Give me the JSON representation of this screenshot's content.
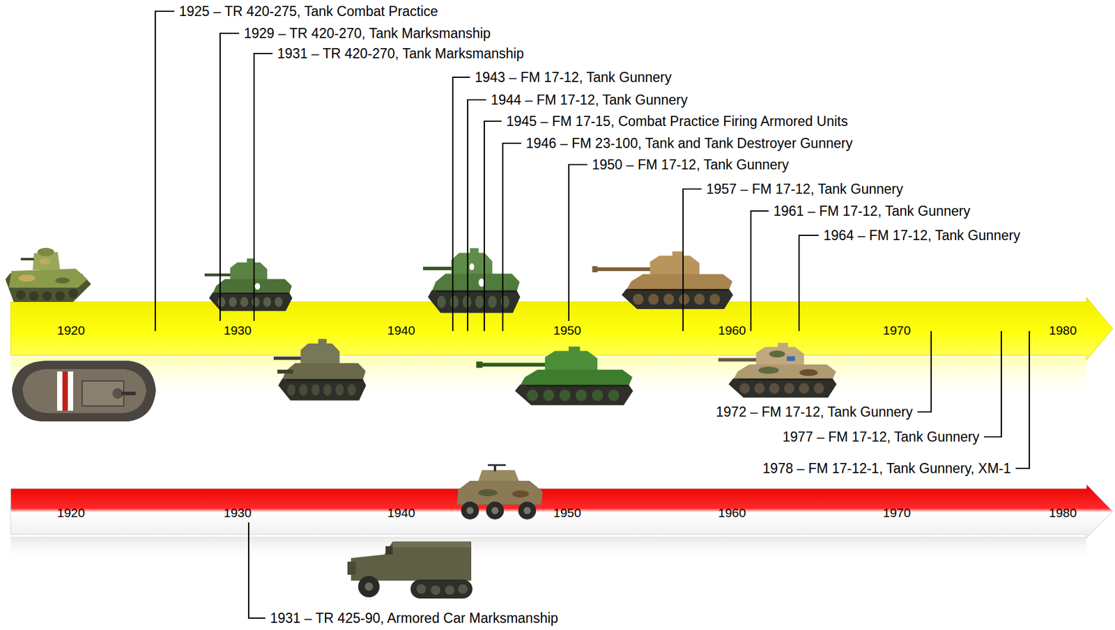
{
  "diagram": {
    "labels": [
      "1925 – TR 420-275, Tank Combat Practice",
      "1929 – TR 420-270, Tank Marksmanship",
      "1931 – TR 420-270, Tank Marksmanship",
      "1943 – FM 17-12, Tank Gunnery",
      "1944 – FM 17-12, Tank Gunnery",
      "1945 – FM 17-15, Combat Practice Firing Armored Units",
      "1946 – FM 23-100, Tank and Tank Destroyer Gunnery",
      "1950 – FM 17-12, Tank Gunnery",
      "1957 – FM 17-12, Tank Gunnery",
      "1961 – FM 17-12, Tank Gunnery",
      "1964 – FM 17-12, Tank Gunnery",
      "1920",
      "1930",
      "1940",
      "1950",
      "1960",
      "1970",
      "1980",
      "1972 – FM 17-12, Tank Gunnery",
      "1977 – FM 17-12, Tank Gunnery",
      "1978 – FM 17-12-1, Tank Gunnery, XM-1",
      "1920",
      "1930",
      "1940",
      "1950",
      "1960",
      "1970",
      "1980",
      "1931 – TR 425-90, Armored Car Marksmanship"
    ]
  }
}
